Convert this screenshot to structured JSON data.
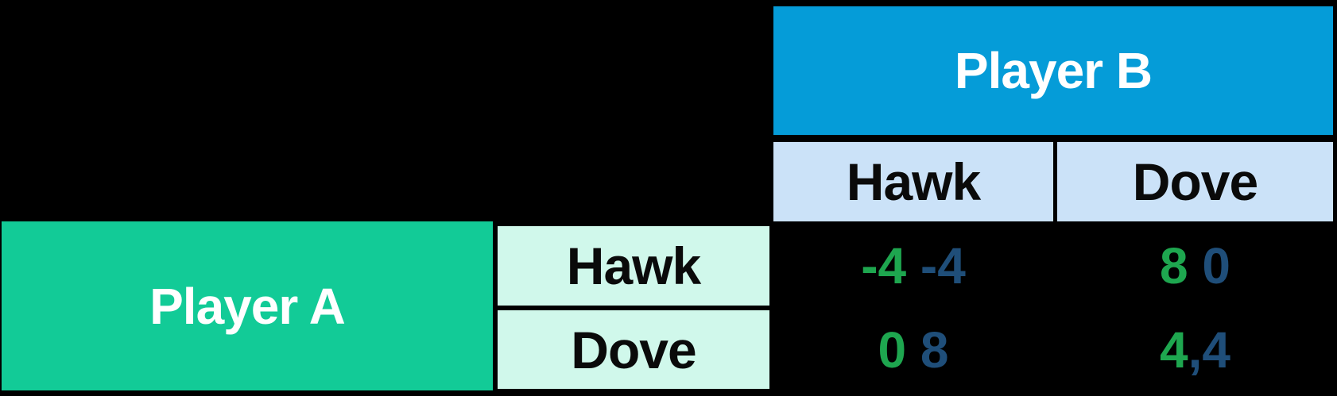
{
  "matrix": {
    "title_player_b": "Player B",
    "title_player_a": "Player A",
    "column_headers": [
      "Hawk",
      "Dove"
    ],
    "row_headers": [
      "Hawk",
      "Dove"
    ],
    "payoffs": [
      [
        {
          "a": "-4",
          "sep": " ",
          "b": "-4"
        },
        {
          "a": "8",
          "sep": " ",
          "b": "0"
        }
      ],
      [
        {
          "a": "0",
          "sep": " ",
          "b": "8"
        },
        {
          "a": "4",
          "sep": ",",
          "b": "4"
        }
      ]
    ]
  },
  "colors": {
    "background": "#000000",
    "player_b_header_bg": "#059cd8",
    "player_a_header_bg": "#12cb97",
    "column_header_bg": "#cbe2f8",
    "row_header_bg": "#d0f8eb",
    "header_text": "#ffffff",
    "label_text": "#0a0a0a",
    "payoff_player_a_text": "#1ea64f",
    "payoff_player_b_text": "#1f4e79"
  }
}
